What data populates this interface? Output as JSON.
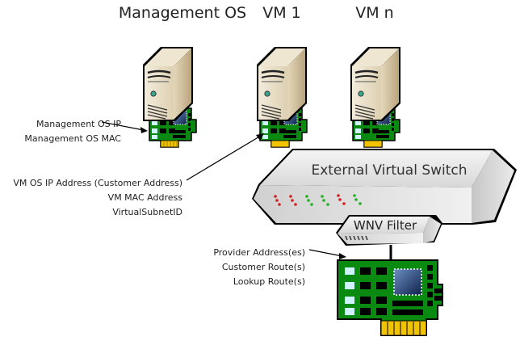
{
  "hosts": [
    {
      "title": "Management OS"
    },
    {
      "title": "VM 1"
    },
    {
      "title": "VM n"
    }
  ],
  "callouts": {
    "management": [
      "Management OS IP",
      "Management OS MAC"
    ],
    "vm": [
      "VM OS IP Address (Customer Address)",
      "VM MAC Address",
      "VirtualSubnetID"
    ],
    "provider": [
      "Provider Address(es)",
      "Customer Route(s)",
      "Lookup Route(s)"
    ]
  },
  "switch": {
    "label": "External Virtual Switch"
  },
  "filter": {
    "label": "WNV Filter"
  },
  "colors": {
    "server_front": "#e9dfc8",
    "server_side": "#c9b896",
    "nic_green": "#0a8a10",
    "chip_blue": "#24467a",
    "gold": "#f2c400",
    "led_red": "#d42020",
    "led_green": "#22b022"
  }
}
